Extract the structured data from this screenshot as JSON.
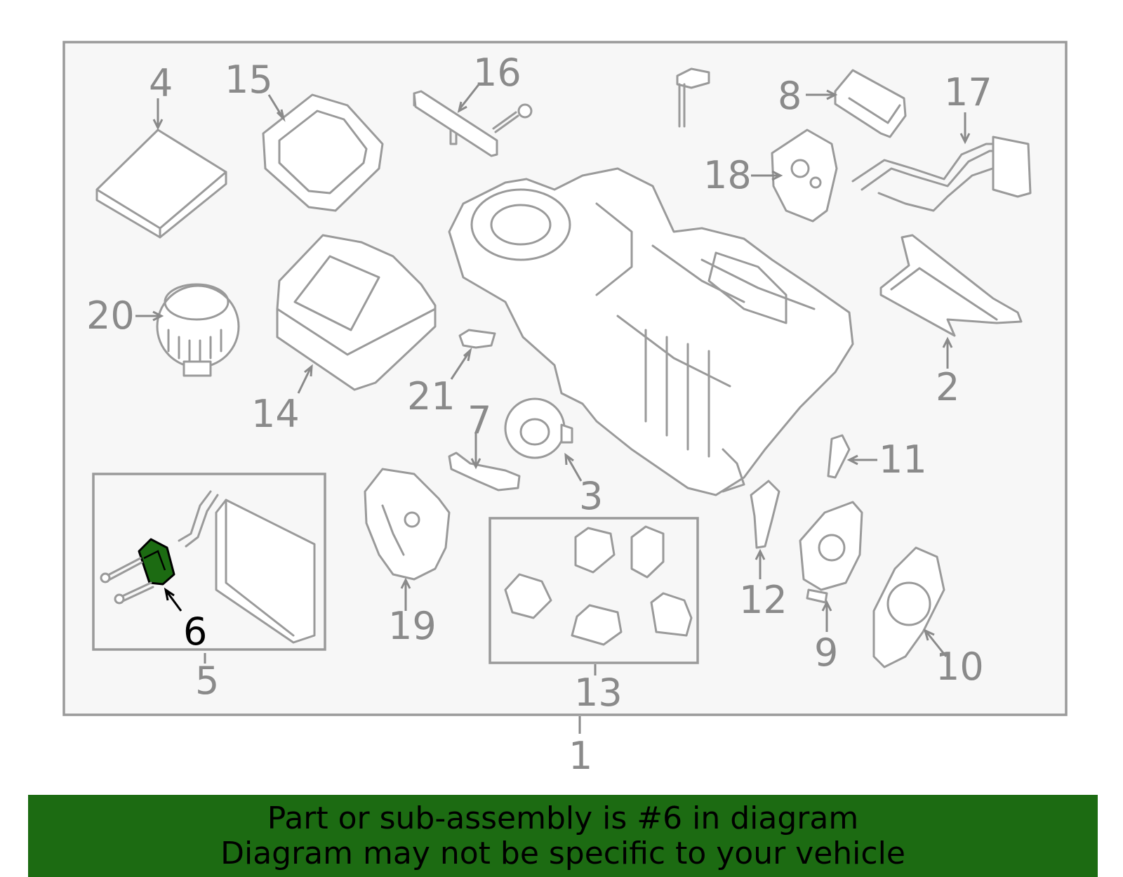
{
  "diagram": {
    "highlight_color": "#1c6b12",
    "highlighted_part": "6",
    "callouts": [
      {
        "id": "c1",
        "label": "1"
      },
      {
        "id": "c2",
        "label": "2"
      },
      {
        "id": "c3",
        "label": "3"
      },
      {
        "id": "c4",
        "label": "4"
      },
      {
        "id": "c5",
        "label": "5"
      },
      {
        "id": "c6",
        "label": "6"
      },
      {
        "id": "c7",
        "label": "7"
      },
      {
        "id": "c8",
        "label": "8"
      },
      {
        "id": "c9",
        "label": "9"
      },
      {
        "id": "c10",
        "label": "10"
      },
      {
        "id": "c11",
        "label": "11"
      },
      {
        "id": "c12",
        "label": "12"
      },
      {
        "id": "c13",
        "label": "13"
      },
      {
        "id": "c14",
        "label": "14"
      },
      {
        "id": "c15",
        "label": "15"
      },
      {
        "id": "c16",
        "label": "16"
      },
      {
        "id": "c17",
        "label": "17"
      },
      {
        "id": "c18",
        "label": "18"
      },
      {
        "id": "c19",
        "label": "19"
      },
      {
        "id": "c20",
        "label": "20"
      },
      {
        "id": "c21",
        "label": "21"
      }
    ]
  },
  "banner": {
    "line1": "Part or sub-assembly is #6 in diagram",
    "line2": "Diagram may not be specific to your vehicle",
    "background": "#1c6b12"
  }
}
